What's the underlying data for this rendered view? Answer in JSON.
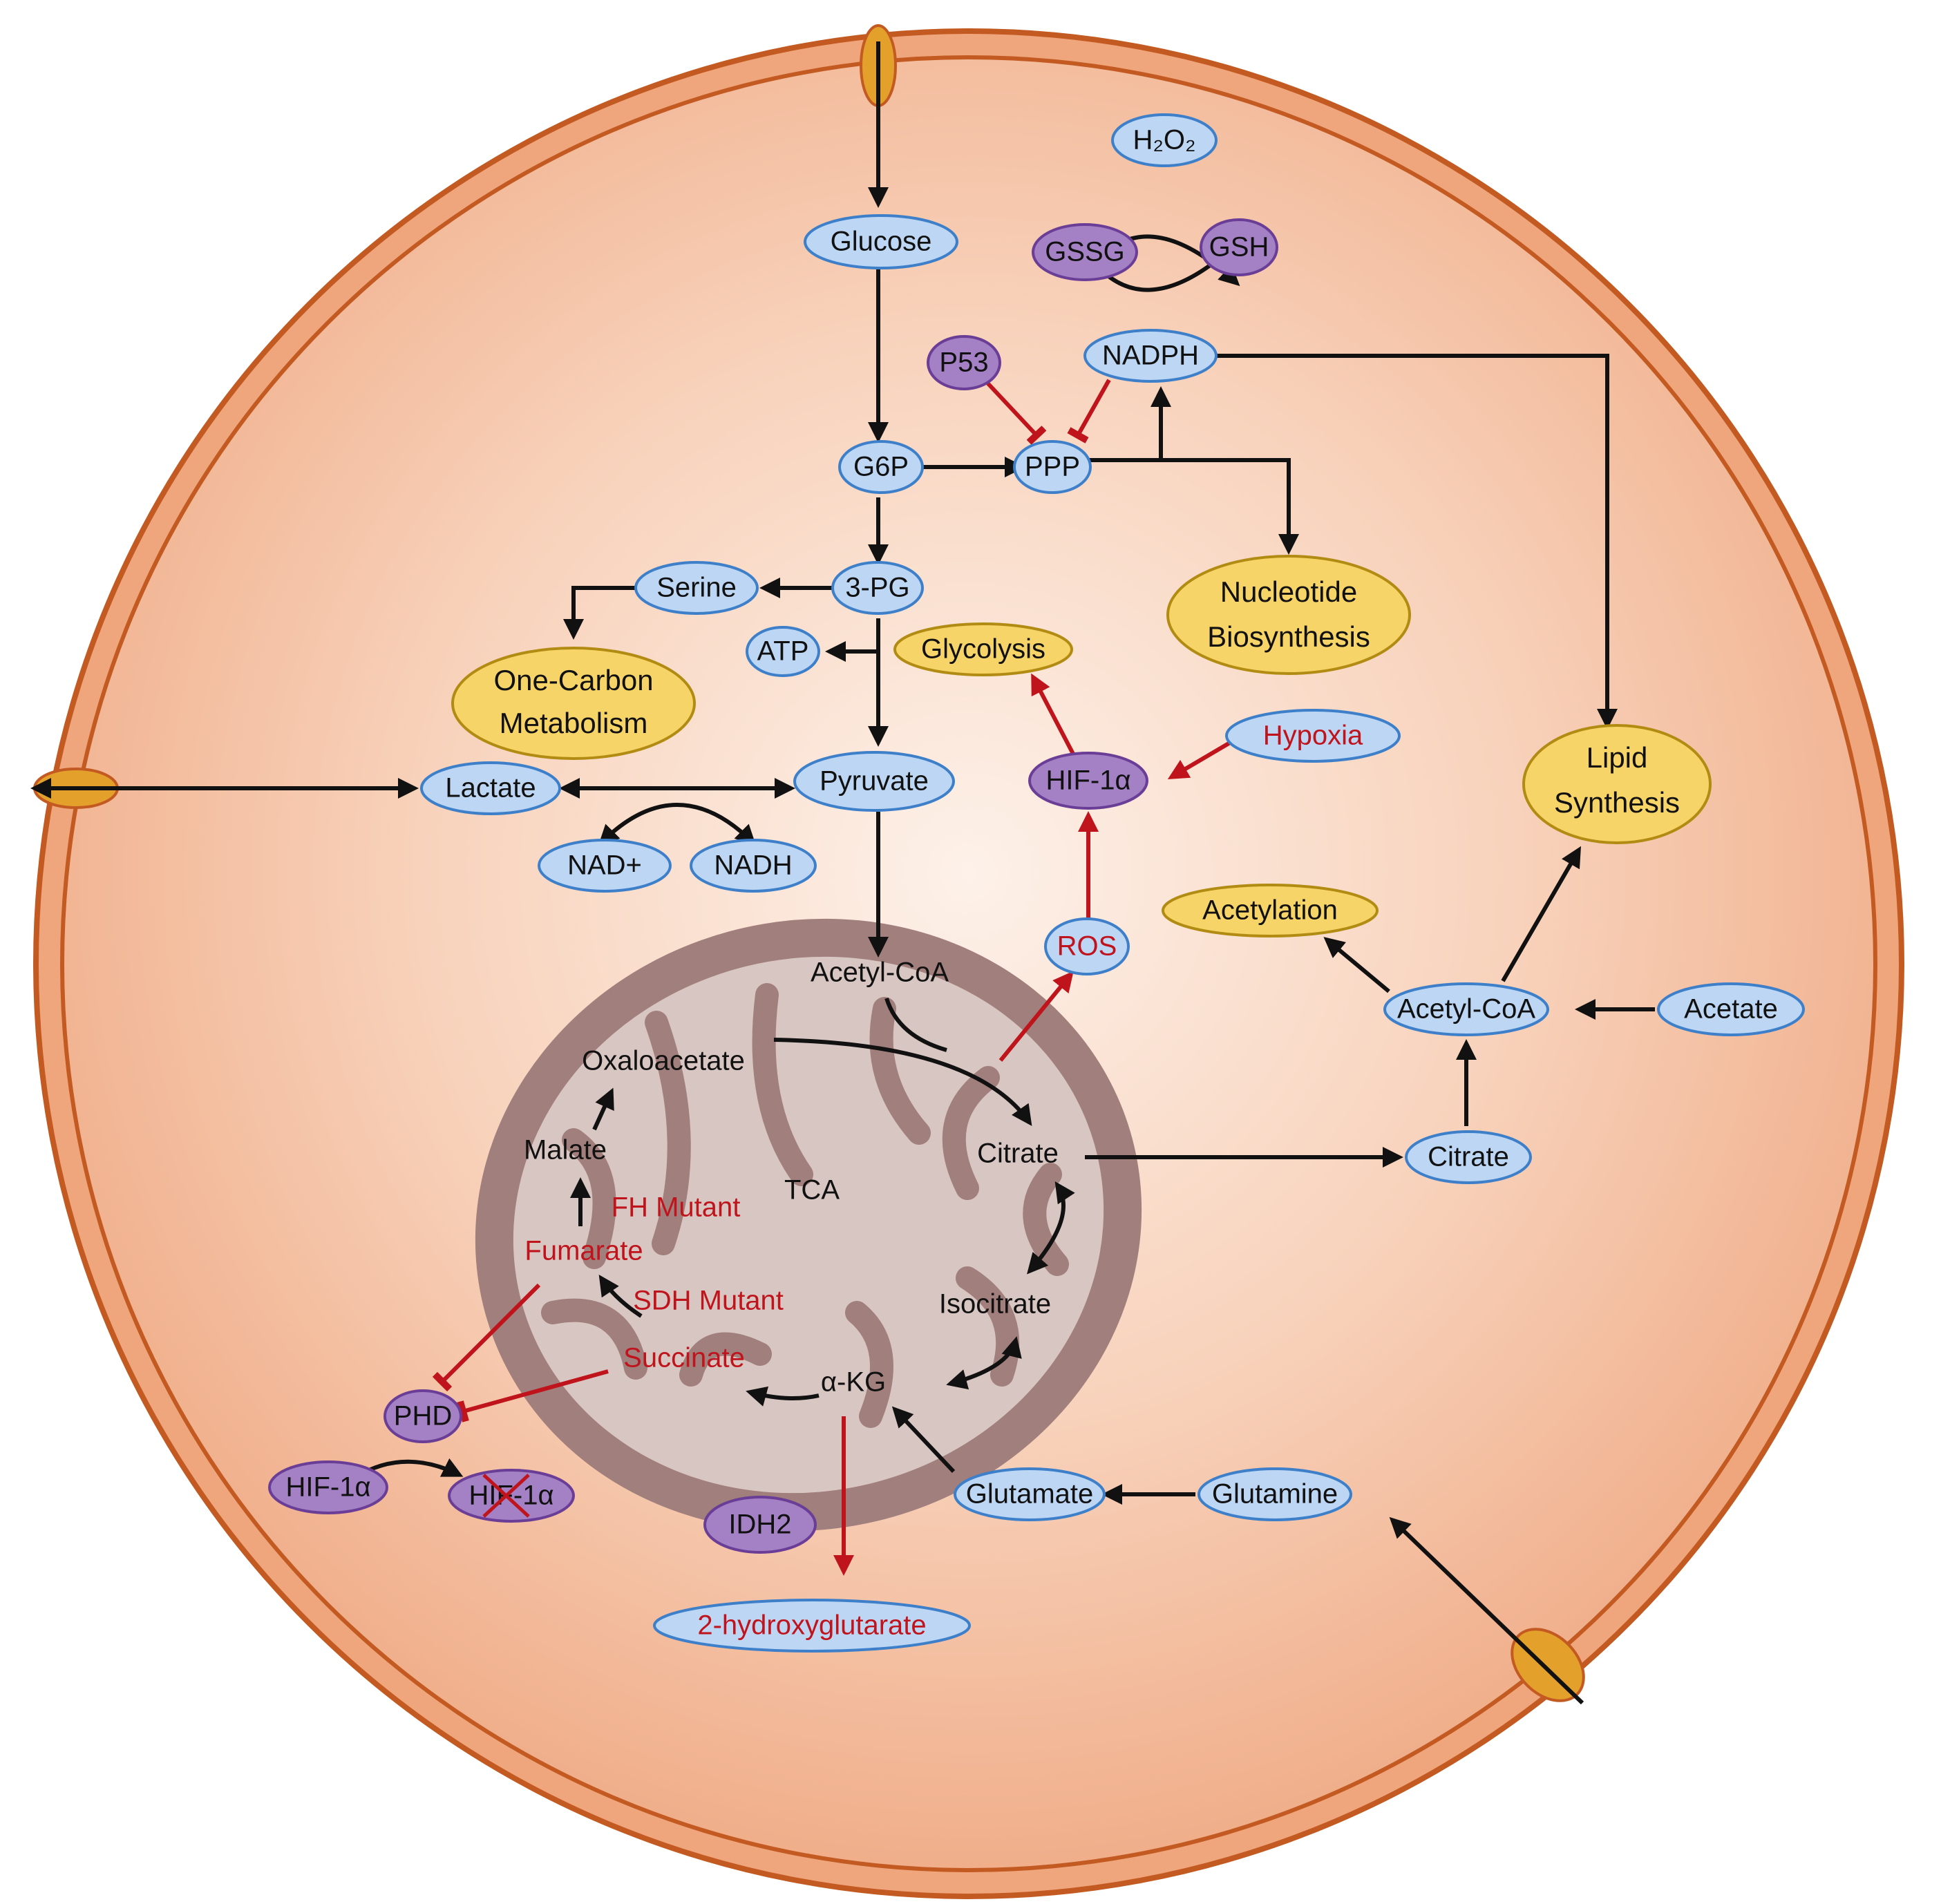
{
  "colors": {
    "cell_fill_outer": "#f1b594",
    "cell_fill_inner": "#fdeee4",
    "cell_border": "#c35a22",
    "channel": "#e3a02b",
    "mito_outer": "#a17f7c",
    "mito_inner": "#d8c6c2",
    "blue_node": "#bcd6f4",
    "purple_node": "#a481c4",
    "yellow_node": "#f6d467",
    "inhibit_red": "#c0141c"
  },
  "labels": {
    "h2o2": "H₂O₂",
    "glucose": "Glucose",
    "gssg": "GSSG",
    "gsh": "GSH",
    "p53": "P53",
    "nadph": "NADPH",
    "g6p": "G6P",
    "ppp": "PPP",
    "nucleotide_1": "Nucleotide",
    "nucleotide_2": "Biosynthesis",
    "serine": "Serine",
    "pg3": "3-PG",
    "atp": "ATP",
    "glycolysis": "Glycolysis",
    "one_carbon_1": "One-Carbon",
    "one_carbon_2": "Metabolism",
    "hypoxia": "Hypoxia",
    "lipid_1": "Lipid",
    "lipid_2": "Synthesis",
    "lactate": "Lactate",
    "pyruvate": "Pyruvate",
    "hif_top": "HIF-1α",
    "nad": "NAD+",
    "nadh": "NADH",
    "acetylation": "Acetylation",
    "ros": "ROS",
    "acetyl_coa_mito": "Acetyl-CoA",
    "acetyl_coa_cyto": "Acetyl-CoA",
    "acetate": "Acetate",
    "oxaloacetate": "Oxaloacetate",
    "malate": "Malate",
    "tca": "TCA",
    "citrate_mito": "Citrate",
    "citrate_cyto": "Citrate",
    "fh_mutant": "FH Mutant",
    "fumarate": "Fumarate",
    "sdh_mutant": "SDH Mutant",
    "isocitrate": "Isocitrate",
    "succinate": "Succinate",
    "akg": "α-KG",
    "phd": "PHD",
    "hif_left": "HIF-1α",
    "hif_degraded": "HIF-1α",
    "glutamate": "Glutamate",
    "glutamine": "Glutamine",
    "idh2": "IDH2",
    "hydroxyglutarate": "2-hydroxyglutarate"
  }
}
